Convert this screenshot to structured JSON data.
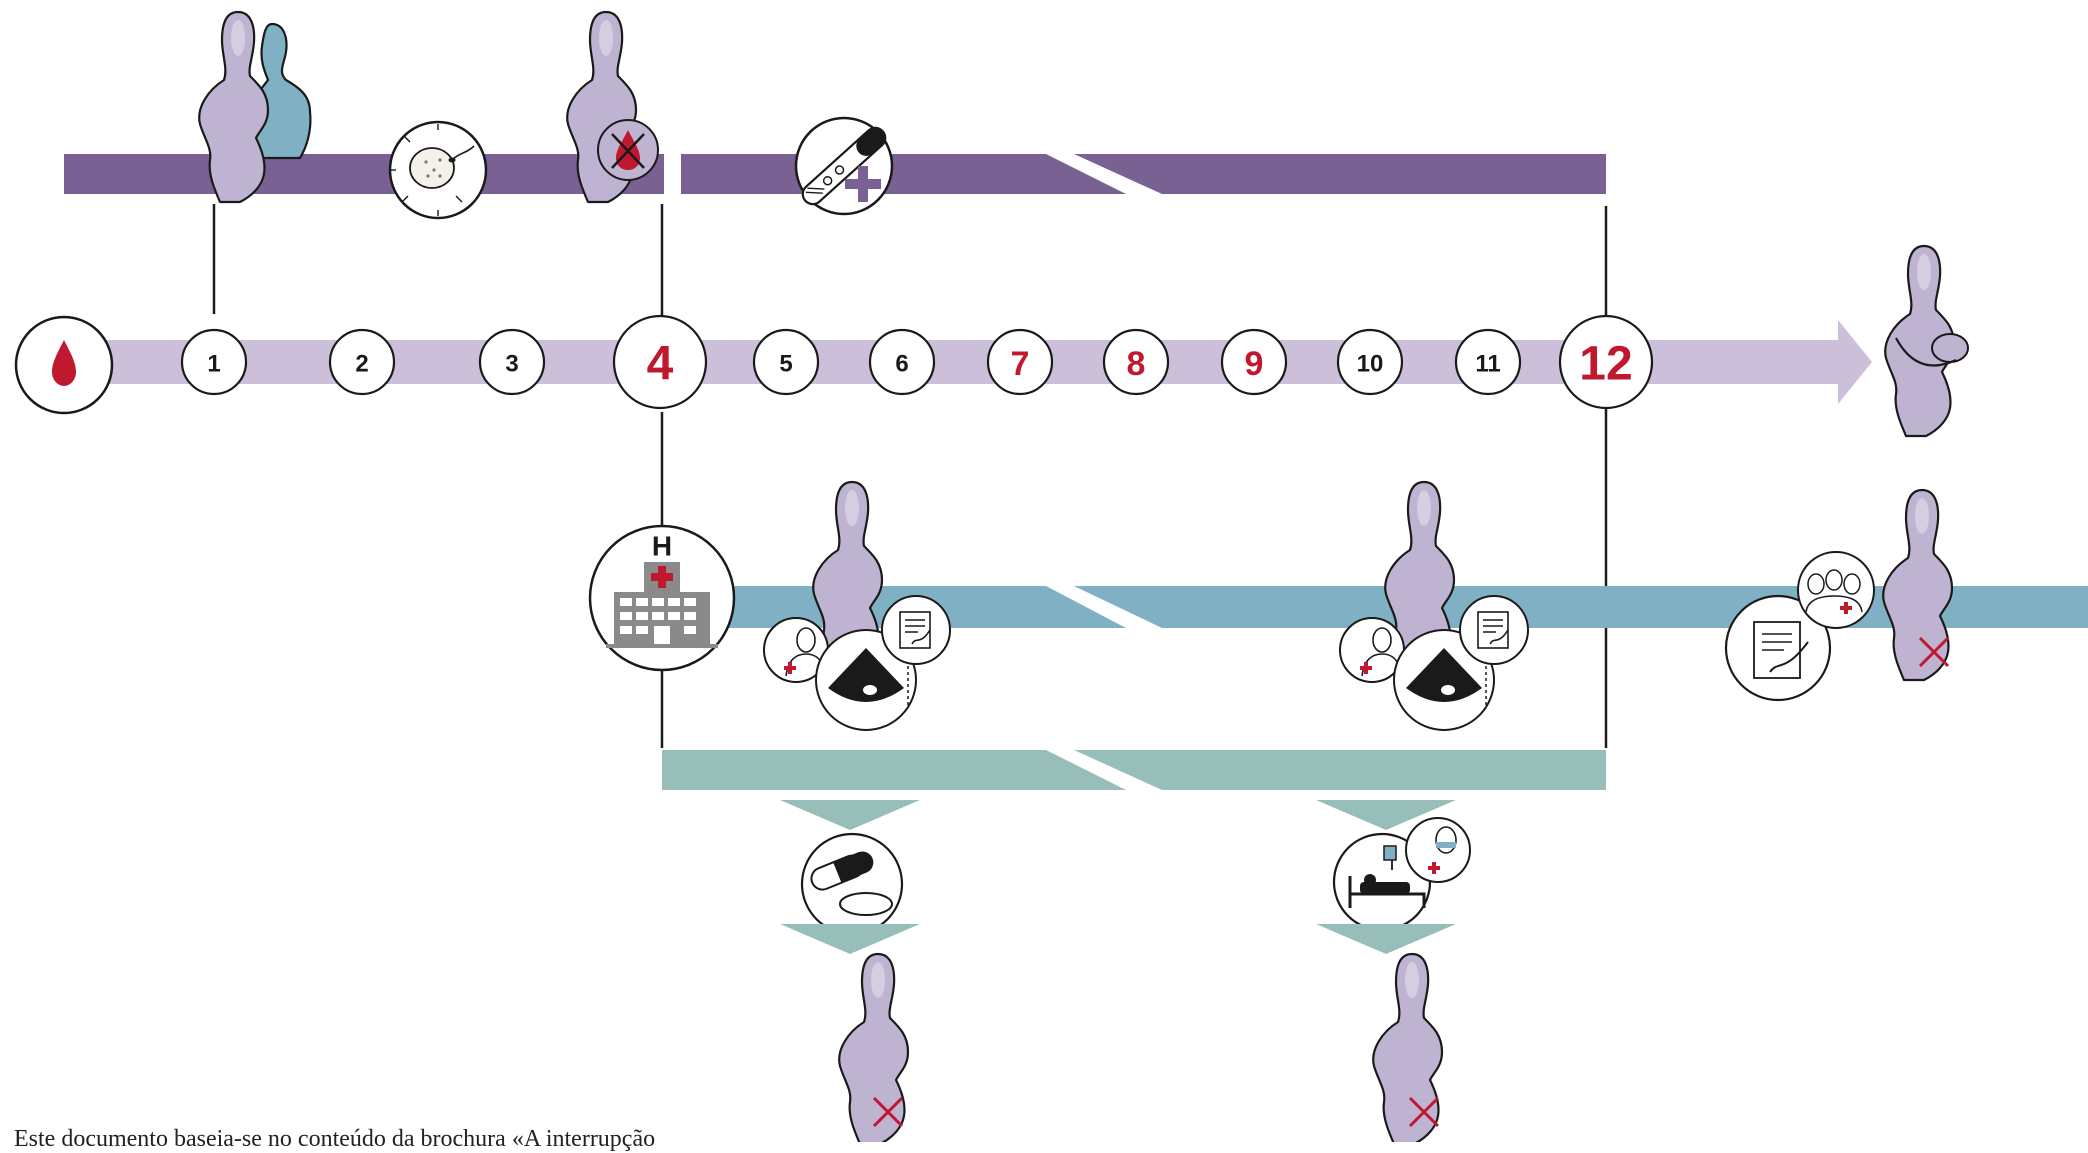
{
  "timeline": {
    "start_icon": "blood-drop-icon",
    "weeks": [
      {
        "label": "1",
        "highlight": false
      },
      {
        "label": "2",
        "highlight": false
      },
      {
        "label": "3",
        "highlight": false
      },
      {
        "label": "4",
        "highlight": true
      },
      {
        "label": "5",
        "highlight": false
      },
      {
        "label": "6",
        "highlight": false
      },
      {
        "label": "7",
        "highlight": true
      },
      {
        "label": "8",
        "highlight": true
      },
      {
        "label": "9",
        "highlight": true
      },
      {
        "label": "10",
        "highlight": false
      },
      {
        "label": "11",
        "highlight": false
      },
      {
        "label": "12",
        "highlight": true
      }
    ]
  },
  "hospital_icon": {
    "letter": "H"
  },
  "footnote": "Este documento baseia-se no conteúdo da brochura «A interrupção",
  "colors": {
    "purple_band": "#7a6194",
    "lilac_arrow": "#cbbfd9",
    "lilac_figure": "#bfb3d2",
    "blue_band": "#7fb0c4",
    "teal_band": "#97beb8",
    "red": "#c0182f",
    "ink": "#1a1a1a"
  },
  "icons": [
    "couple-icon",
    "sperm-egg-icon",
    "no-period-icon",
    "pregnancy-test-icon",
    "hospital-icon",
    "doctor-icon",
    "ultrasound-icon",
    "consent-form-icon",
    "pills-icon",
    "hospital-bed-icon",
    "medical-team-icon",
    "mother-baby-icon"
  ]
}
